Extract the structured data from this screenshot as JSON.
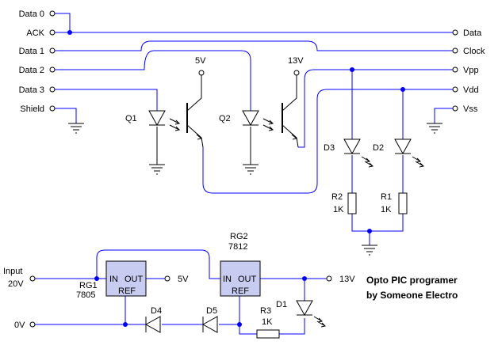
{
  "colors": {
    "wire": "#0000ff",
    "ink": "#000000",
    "regulator_fill": "#c8ccf0",
    "background": "#ffffff"
  },
  "connector_left": {
    "data0": "Data 0",
    "ack": "ACK",
    "data1": "Data 1",
    "data2": "Data 2",
    "data3": "Data 3",
    "shield": "Shield"
  },
  "connector_right": {
    "data": "Data",
    "clock": "Clock",
    "vpp": "Vpp",
    "vdd": "Vdd",
    "vss": "Vss"
  },
  "optocouplers": {
    "q1": "Q1",
    "q2": "Q2",
    "supply_5v": "5V",
    "supply_13v": "13V"
  },
  "indicators": {
    "d3": "D3",
    "d2": "D2",
    "r2": "R2",
    "r2_value": "1K",
    "r1": "R1",
    "r1_value": "1K"
  },
  "power_supply": {
    "input_label": "Input",
    "input_voltage": "20V",
    "ground_label": "0V",
    "rg1": "RG1",
    "rg1_part": "7805",
    "rg2": "RG2",
    "rg2_part": "7812",
    "pin_in": "IN",
    "pin_out": "OUT",
    "pin_ref": "REF",
    "out_5v": "5V",
    "out_13v": "13V",
    "d4": "D4",
    "d5": "D5",
    "d1": "D1",
    "r3": "R3",
    "r3_value": "1K"
  },
  "title": {
    "line1": "Opto PIC programer",
    "line2": "by Someone Electro"
  }
}
